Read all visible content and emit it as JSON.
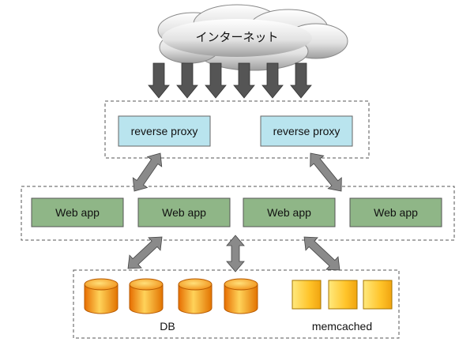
{
  "cloud": {
    "label": "インターネット"
  },
  "proxies": [
    {
      "label": "reverse proxy"
    },
    {
      "label": "reverse proxy"
    }
  ],
  "webapps": [
    {
      "label": "Web app"
    },
    {
      "label": "Web app"
    },
    {
      "label": "Web app"
    },
    {
      "label": "Web app"
    }
  ],
  "storage": {
    "db_label": "DB",
    "memcached_label": "memcached"
  },
  "colors": {
    "proxy_fill": "#b9e4ee",
    "webapp_fill": "#8fb687",
    "arrow_fill": "#555555",
    "double_arrow_fill": "#8a8a8a"
  }
}
